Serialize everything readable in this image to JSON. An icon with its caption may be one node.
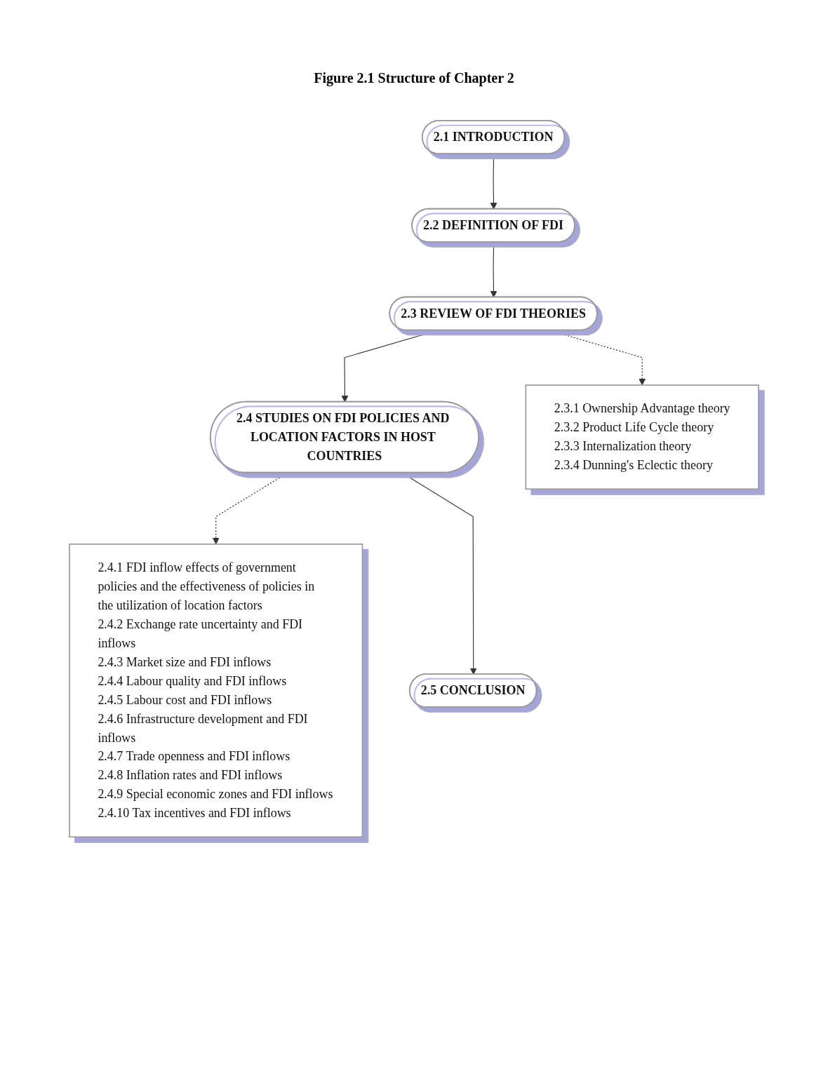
{
  "diagram": {
    "title": "Figure 2.1 Structure of Chapter 2",
    "nodes": [
      {
        "text": [
          "2.1 INTRODUCTION"
        ]
      },
      {
        "text": [
          "2.2 DEFINITION OF FDI"
        ]
      },
      {
        "text": [
          "2.3 REVIEW OF FDI THEORIES"
        ]
      },
      {
        "text": [
          "2.3.1 Ownership Advantage theory",
          "2.3.2 Product Life Cycle theory",
          "2.3.3 Internalization theory",
          "2.3.4 Dunning's Eclectic theory"
        ]
      },
      {
        "text": [
          "2.4 STUDIES ON FDI POLICIES AND LOCATION FACTORS IN HOST COUNTRIES"
        ]
      },
      {
        "text": [
          "2.4.1 FDI inflow effects of government policies and the effectiveness of policies in the utilization of location factors",
          "2.4.2 Exchange rate uncertainty and FDI inflows",
          "2.4.3 Market size and FDI inflows",
          "2.4.4 Labour quality and FDI inflows",
          "2.4.5 Labour cost and FDI inflows",
          "2.4.6 Infrastructure development and FDI inflows",
          "2.4.7 Trade openness and FDI inflows",
          "2.4.8 Inflation rates and FDI inflows",
          "2.4.9 Special economic zones and FDI inflows",
          "2.4.10 Tax incentives and FDI inflows"
        ]
      },
      {
        "text": [
          "2.5 CONCLUSION"
        ]
      }
    ],
    "edges": [
      {
        "from": 0,
        "to": 1,
        "arrow": "to"
      },
      {
        "from": 1,
        "to": 2,
        "arrow": "to"
      },
      {
        "from": 2,
        "to": 3,
        "arrow": "to",
        "style": "dashed"
      },
      {
        "from": 2,
        "to": 4,
        "arrow": "to"
      },
      {
        "from": 4,
        "to": 5,
        "arrow": "to",
        "style": "dashed"
      },
      {
        "from": 4,
        "to": 6,
        "arrow": "to"
      }
    ]
  }
}
